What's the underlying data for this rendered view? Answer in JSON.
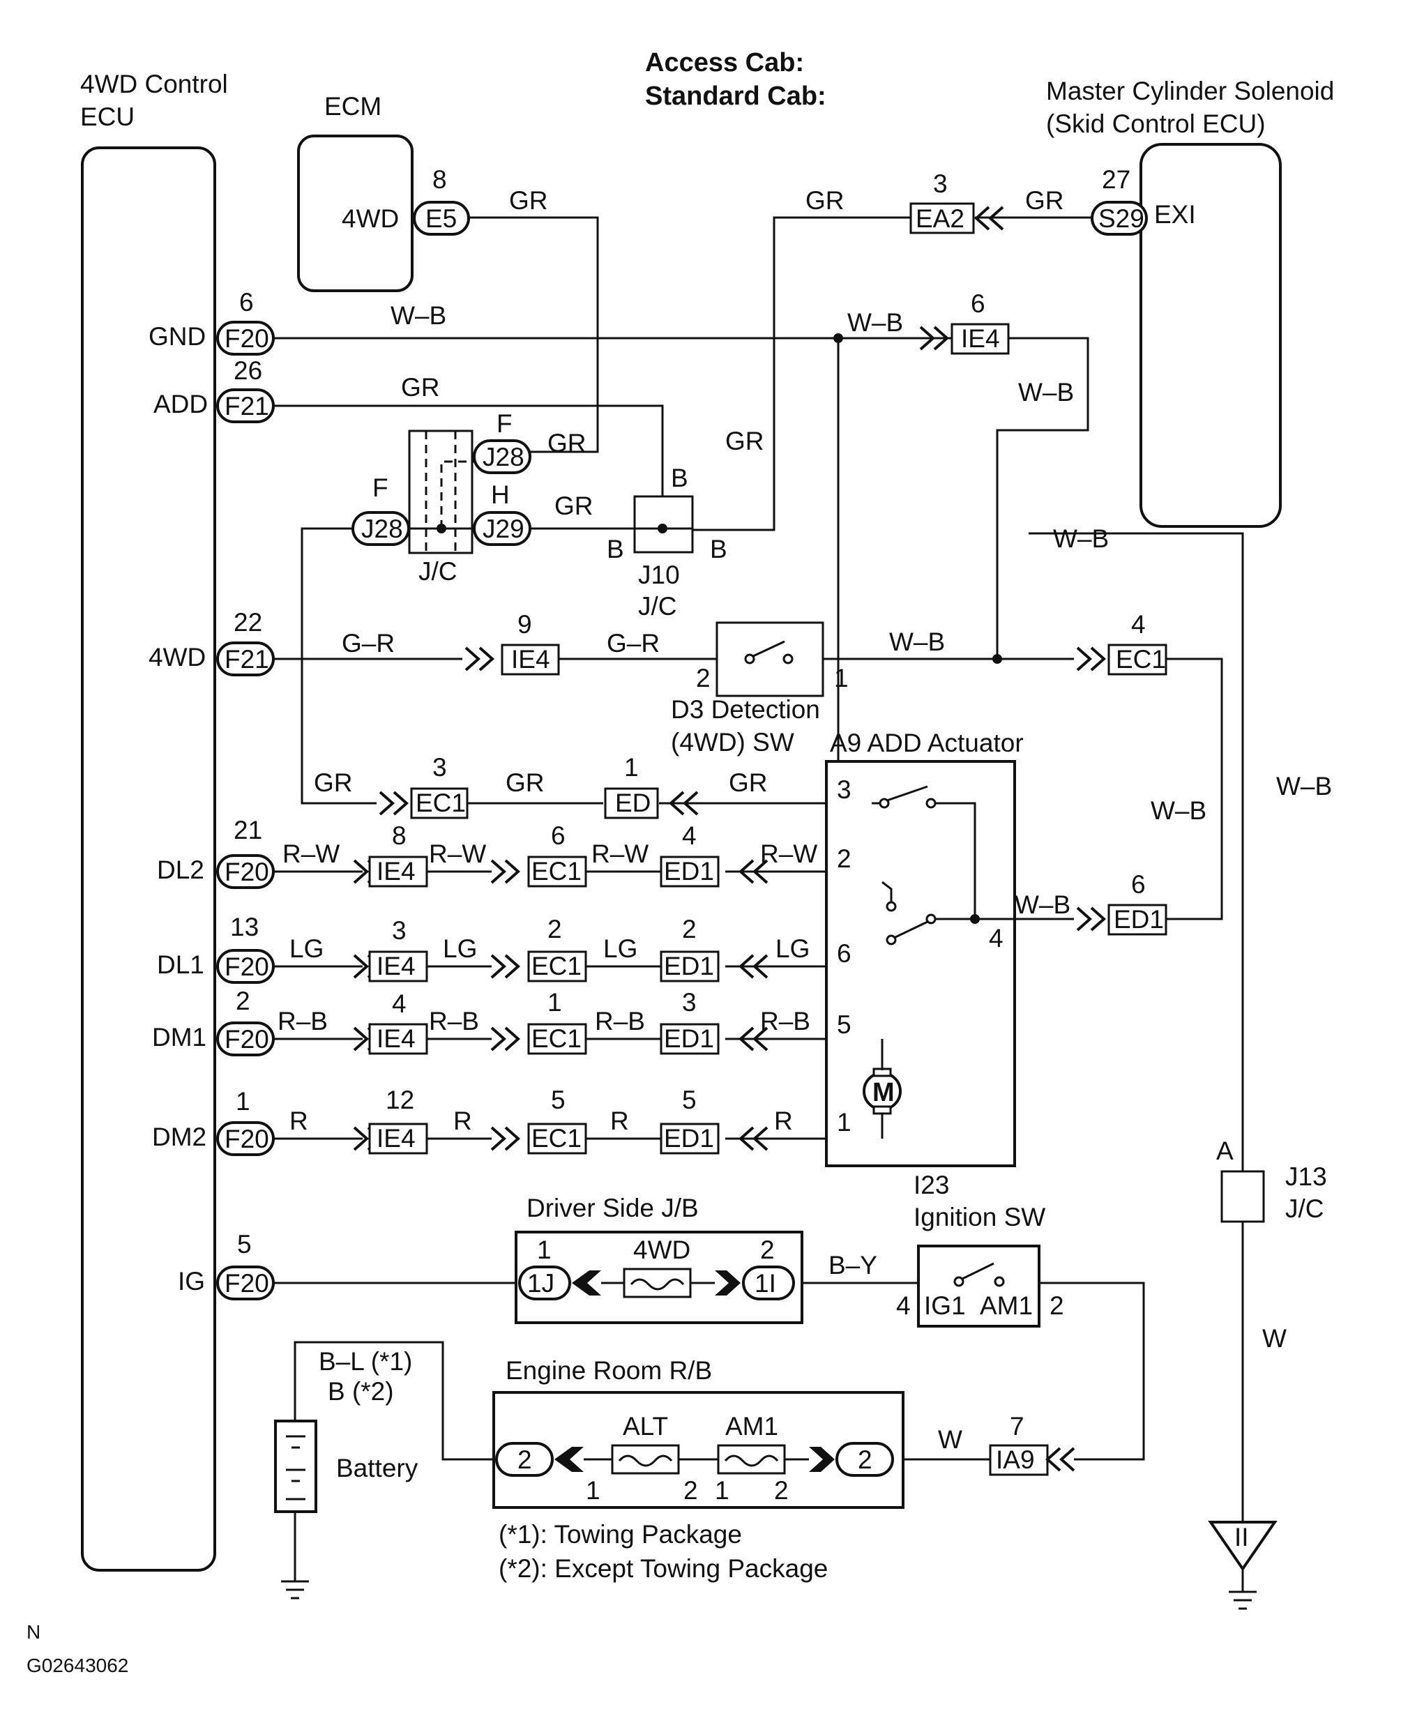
{
  "header": {
    "cab_line1": "Access Cab:",
    "cab_line2": "Standard Cab:"
  },
  "components": {
    "ecu_4wd_line1": "4WD Control",
    "ecu_4wd_line2": "ECU",
    "ecm": "ECM",
    "ecm_pin": "4WD",
    "msol_line1": "Master Cylinder Solenoid",
    "msol_line2": "(Skid Control ECU)",
    "msol_pin": "EXI",
    "jc": "J/C",
    "j10_line1": "J10",
    "j10_line2": "J/C",
    "d3_line1": "D3 Detection",
    "d3_line2": "(4WD) SW",
    "a9": "A9 ADD Actuator",
    "motor": "M",
    "j13_line1": "J13",
    "j13_line2": "J/C",
    "driver_jb": "Driver Side J/B",
    "fuse_4wd": "4WD",
    "ign_line1": "I23",
    "ign_line2": "Ignition SW",
    "ign_ig1": "IG1",
    "ign_am1": "AM1",
    "engine_rb": "Engine Room R/B",
    "fuse_alt": "ALT",
    "fuse_am1": "AM1",
    "battery": "Battery",
    "batt_wire1": "B–L  (*1)",
    "batt_wire2": "B      (*2)",
    "ground_ii": "II"
  },
  "ecu_pins": {
    "gnd": "GND",
    "add": "ADD",
    "fwd": "4WD",
    "dl2": "DL2",
    "dl1": "DL1",
    "dm1": "DM1",
    "dm2": "DM2",
    "ig": "IG"
  },
  "connectors": {
    "f20": "F20",
    "f21": "F21",
    "e5": "E5",
    "j28": "J28",
    "j29": "J29",
    "ea2": "EA2",
    "s29": "S29",
    "ie4": "IE4",
    "ec1": "EC1",
    "ed": "ED",
    "ed1": "ED1",
    "ia9": "IA9",
    "c1j": "1J",
    "c1i": "1I",
    "c2": "2"
  },
  "wires": {
    "gr": "GR",
    "wb": "W–B",
    "gr_dash": "G–R",
    "rw": "R–W",
    "lg": "LG",
    "rb": "R–B",
    "r": "R",
    "by": "B–Y",
    "w": "W"
  },
  "letters": {
    "f": "F",
    "h": "H",
    "b": "B",
    "a": "A"
  },
  "pins": {
    "p1": "1",
    "p2": "2",
    "p3": "3",
    "p4": "4",
    "p5": "5",
    "p6": "6",
    "p7": "7",
    "p8": "8",
    "p9": "9",
    "p12": "12",
    "p13": "13",
    "p21": "21",
    "p22": "22",
    "p26": "26",
    "p27": "27"
  },
  "notes": {
    "n1": "(*1): Towing Package",
    "n2": "(*2): Except Towing Package"
  },
  "footer": {
    "mark": "N",
    "code": "G02643062"
  }
}
